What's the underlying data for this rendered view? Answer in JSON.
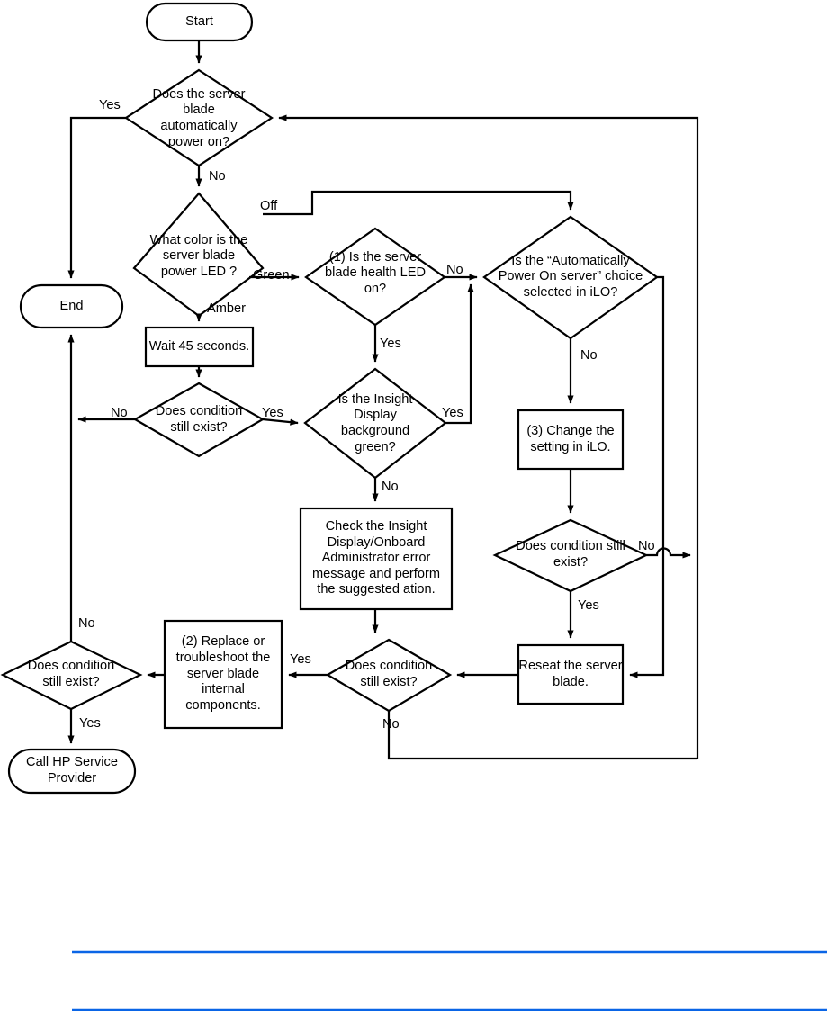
{
  "diagram": {
    "title": "Server blade power-on troubleshooting flowchart",
    "type": "flowchart",
    "stroke_color": "#000000",
    "fill_color": "#ffffff",
    "rule_color": "#0a65e6"
  },
  "nodes": {
    "start": {
      "label": "Start",
      "shape": "terminator"
    },
    "auto_power": {
      "label": "Does the server blade automatically power on?",
      "shape": "decision"
    },
    "end": {
      "label": "End",
      "shape": "terminator"
    },
    "led_color": {
      "label": "What color is the server blade power LED ?",
      "shape": "decision"
    },
    "health_led": {
      "label": "(1) Is the server blade health LED on?",
      "shape": "decision"
    },
    "ilo_choice": {
      "label": "Is the “Automatically Power On server” choice selected in iLO?",
      "shape": "decision"
    },
    "wait45": {
      "label": "Wait 45 seconds.",
      "shape": "process"
    },
    "cond_after_wait": {
      "label": "Does condition still exist?",
      "shape": "decision"
    },
    "insight_green": {
      "label": "Is the Insight Display background green?",
      "shape": "decision"
    },
    "change_ilo": {
      "label": "(3) Change the setting in iLO.",
      "shape": "process"
    },
    "check_insight": {
      "label": "Check the Insight Display/Onboard Administrator error message and perform the suggested ation.",
      "shape": "process"
    },
    "cond_after_ilo": {
      "label": "Does condition still exist?",
      "shape": "decision"
    },
    "replace_internal": {
      "label": "(2) Replace or troubleshoot the server blade internal components.",
      "shape": "process"
    },
    "cond_after_check": {
      "label": "Does condition still exist?",
      "shape": "decision"
    },
    "reseat": {
      "label": "Reseat the server blade.",
      "shape": "process"
    },
    "cond_final": {
      "label": "Does condition still exist?",
      "shape": "decision"
    },
    "call_hp": {
      "label": "Call HP Service Provider",
      "shape": "terminator"
    }
  },
  "edge_labels": {
    "auto_power_yes": "Yes",
    "auto_power_no": "No",
    "led_off": "Off",
    "led_green": "Green",
    "led_amber": "Amber",
    "health_no": "No",
    "health_yes": "Yes",
    "ilo_no": "No",
    "wait_cond_no": "No",
    "wait_cond_yes": "Yes",
    "insight_yes": "Yes",
    "insight_no": "No",
    "ilo_cond_no": "No",
    "ilo_cond_yes": "Yes",
    "check_cond_yes": "Yes",
    "check_cond_no": "No",
    "final_no": "No",
    "final_yes": "Yes"
  }
}
